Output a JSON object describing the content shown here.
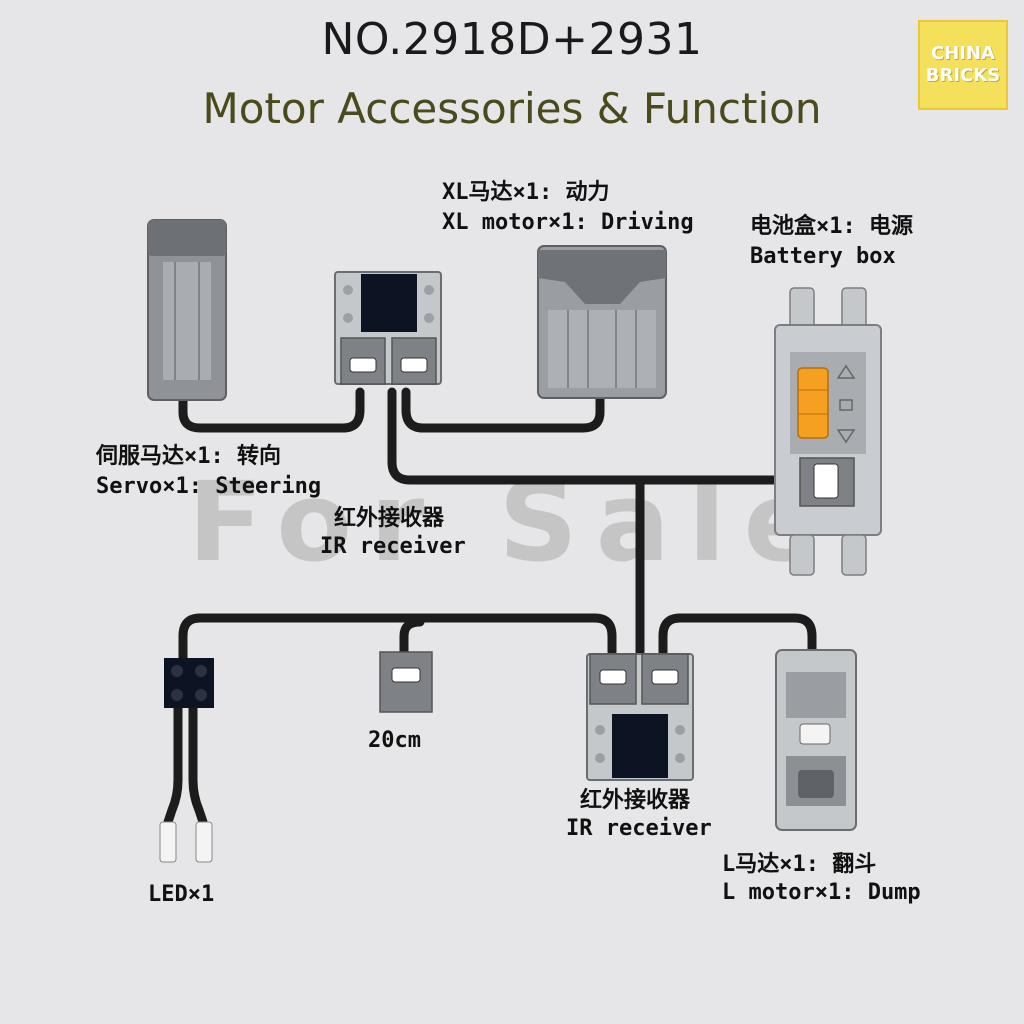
{
  "title": "NO.2918D+2931",
  "subtitle": "Motor Accessories & Function",
  "logo_text": "CHINA BRICKS",
  "watermark": "For Sale",
  "labels": {
    "xl_motor_cn": "XL马达×1: 动力",
    "xl_motor_en": "XL motor×1: Driving",
    "battery_cn": "电池盒×1: 电源",
    "battery_en": "Battery box",
    "servo_cn": "伺服马达×1: 转向",
    "servo_en": "Servo×1: Steering",
    "ir1_cn": "红外接收器",
    "ir1_en": "IR receiver",
    "cable": "20cm",
    "ir2_cn": "红外接收器",
    "ir2_en": "IR receiver",
    "lmotor_cn": "L马达×1: 翻斗",
    "lmotor_en": "L motor×1: Dump",
    "led": "LED×1"
  },
  "colors": {
    "background": "#e6e6e8",
    "cable": "#1c1c1c",
    "device_gray": "#8c8f92",
    "light_gray": "#c3c6c9",
    "panel_black": "#0c1424",
    "battery_orange": "#f5a020"
  }
}
